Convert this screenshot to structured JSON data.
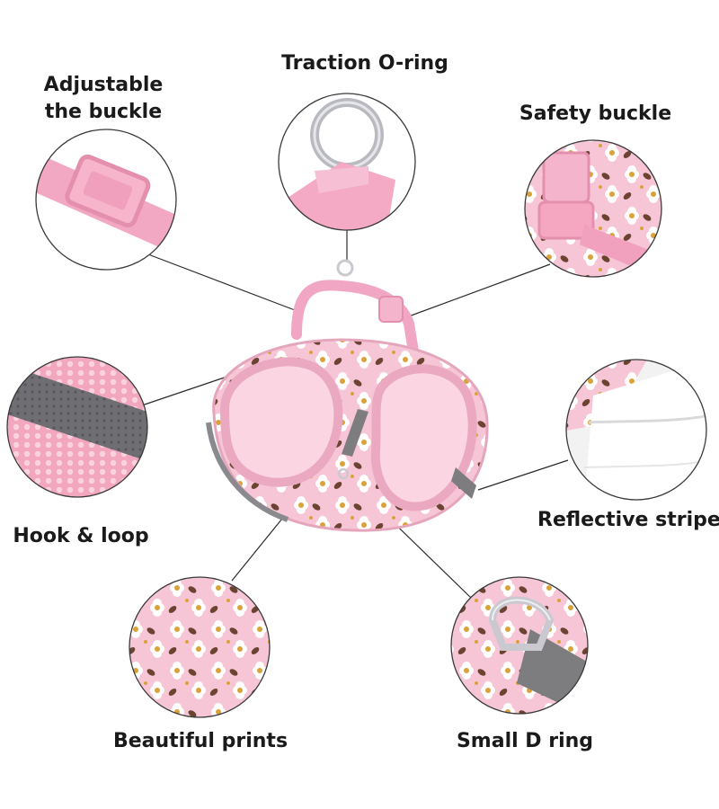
{
  "callouts": {
    "traction_oring": {
      "label": "Traction O-ring"
    },
    "adjustable_buckle": {
      "line1": "Adjustable",
      "line2": "the buckle"
    },
    "safety_buckle": {
      "label": "Safety buckle"
    },
    "hook_loop": {
      "label": "Hook & loop"
    },
    "reflective_stripe": {
      "label": "Reflective stripe"
    },
    "beautiful_prints": {
      "label": "Beautiful prints"
    },
    "small_d_ring": {
      "label": "Small D ring"
    }
  },
  "colors": {
    "pink_strap": "#f1a7c3",
    "pink_light": "#f7c9d8",
    "reflective_grey": "#7d7d80",
    "flower_white": "#ffffff",
    "flower_center": "#d9a23a",
    "leaf_brown": "#6b4331",
    "ring_silver": "#c9c9cf"
  }
}
